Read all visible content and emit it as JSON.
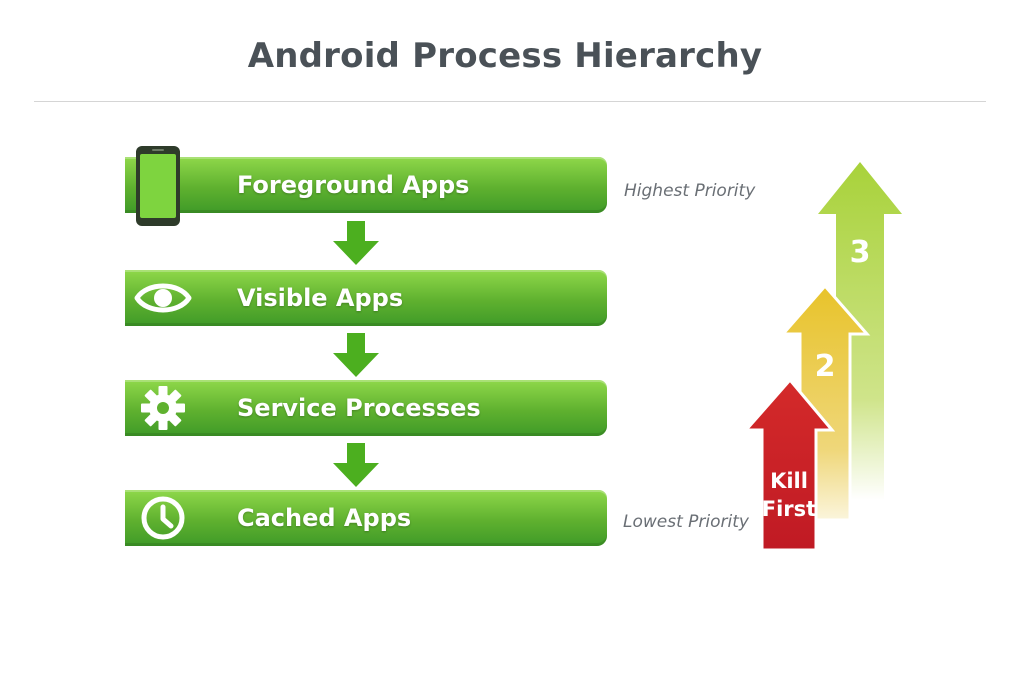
{
  "title": "Android Process Hierarchy",
  "levels": [
    {
      "label": "Foreground Apps",
      "icon": "phone-icon"
    },
    {
      "label": "Visible Apps",
      "icon": "eye-icon"
    },
    {
      "label": "Service Processes",
      "icon": "gear-icon"
    },
    {
      "label": "Cached Apps",
      "icon": "clock-icon"
    }
  ],
  "priority": {
    "highest": "Highest Priority",
    "lowest": "Lowest Priority"
  },
  "kill_arrows": [
    {
      "label": "3",
      "color": "#a8d23a"
    },
    {
      "label": "2",
      "color": "#e0b61e"
    },
    {
      "label_line1": "Kill",
      "label_line2": "First",
      "color": "#cc2027"
    }
  ],
  "colors": {
    "bar_green": "#5fb12f",
    "arrow_green": "#4caf1f",
    "title_gray": "#4a5157"
  }
}
